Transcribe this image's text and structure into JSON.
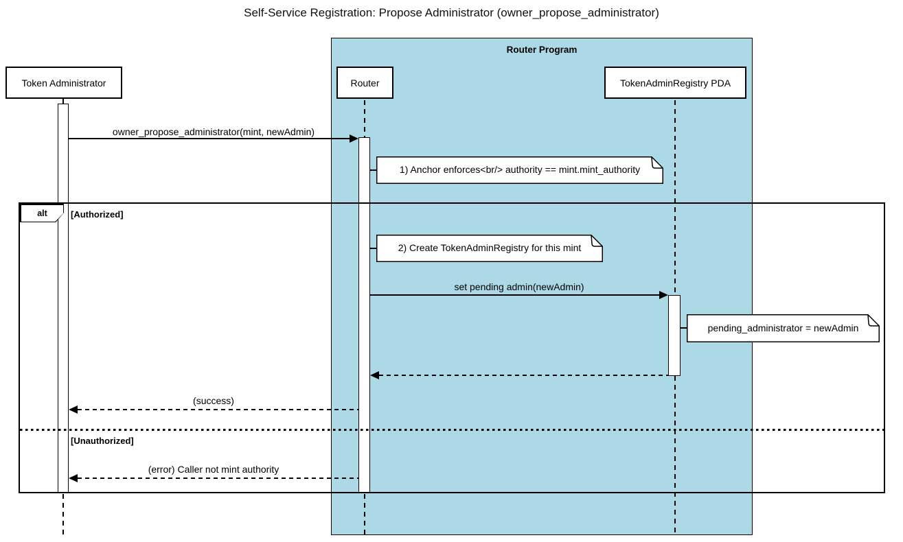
{
  "title": "Self-Service Registration: Propose Administrator (owner_propose_administrator)",
  "diagram": {
    "kind": "sequence",
    "group": {
      "label": "Router Program",
      "fill": "#ADD8E6"
    },
    "participants": [
      {
        "label": "Token Administrator",
        "in_group": false
      },
      {
        "label": "Router",
        "in_group": true
      },
      {
        "label": "TokenAdminRegistry PDA",
        "in_group": true
      }
    ],
    "messages": [
      {
        "label": "owner_propose_administrator(mint, newAdmin)",
        "from": "Token Administrator",
        "to": "Router",
        "line": "solid"
      },
      {
        "label": "set pending admin(newAdmin)",
        "from": "Router",
        "to": "TokenAdminRegistry PDA",
        "line": "solid"
      },
      {
        "label": "",
        "from": "TokenAdminRegistry PDA",
        "to": "Router",
        "line": "dashed"
      },
      {
        "label": "(success)",
        "from": "Router",
        "to": "Token Administrator",
        "line": "dashed"
      },
      {
        "label": "(error) Caller not mint authority",
        "from": "Router",
        "to": "Token Administrator",
        "line": "dashed"
      }
    ],
    "notes": [
      {
        "label": "1) Anchor enforces<br/> authority == mint.mint_authority",
        "anchor": "Router"
      },
      {
        "label": "2) Create TokenAdminRegistry for this mint",
        "anchor": "Router"
      },
      {
        "label": "pending_administrator = newAdmin",
        "anchor": "TokenAdminRegistry PDA"
      }
    ],
    "alt": {
      "operator": "alt",
      "branches": [
        {
          "guard": "[Authorized]"
        },
        {
          "guard": "[Unauthorized]"
        }
      ]
    }
  },
  "colors": {
    "group_fill": "#ADD8E6",
    "participant_fill": "#FFFFFF",
    "note_fill": "#FFFFFF",
    "line": "#000000"
  }
}
